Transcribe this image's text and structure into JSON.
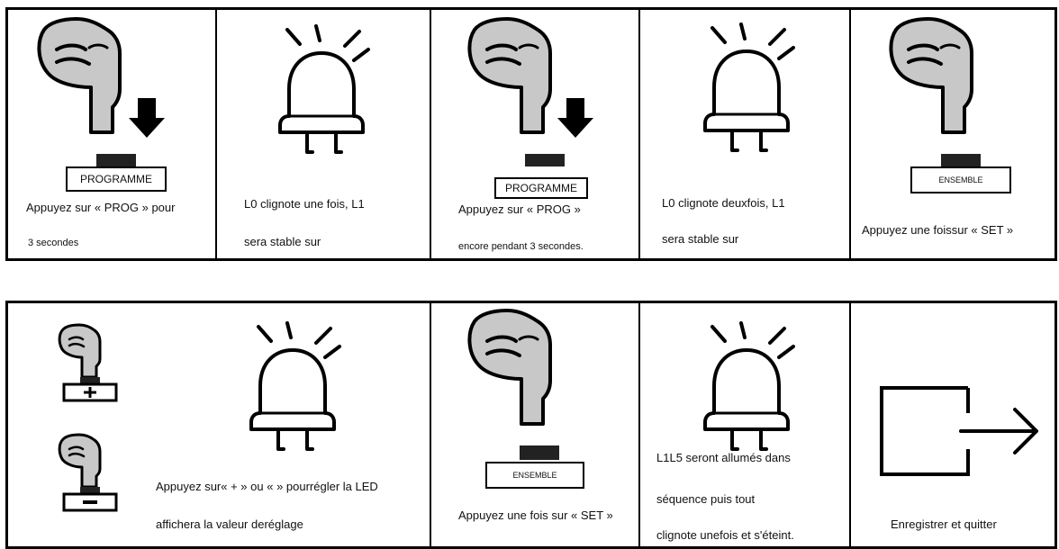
{
  "steps": [
    {
      "button": "PROGRAMME",
      "lines": [
        "Appuyez sur « PROG » pour",
        "3 secondes"
      ]
    },
    {
      "lines": [
        "L0 clignote une fois,  L1",
        "sera stable  sur"
      ]
    },
    {
      "button": "PROGRAMME",
      "lines": [
        "Appuyez sur « PROG »",
        "encore pendant 3 secondes."
      ]
    },
    {
      "lines": [
        "L0 clignote  deuxfois,  L1",
        "sera stable sur"
      ]
    },
    {
      "button": "ENSEMBLE",
      "lines": [
        "Appuyez une  foissur « SET »"
      ]
    },
    {
      "lines": [
        "Appuyez sur« + » ou « » pourrégler la LED",
        "affichera  la  valeur  deréglage"
      ]
    },
    {
      "button": "ENSEMBLE",
      "lines": [
        "Appuyez une fois sur « SET »"
      ]
    },
    {
      "lines": [
        "L1L5  seront allumés  dans",
        "séquence puis  tout",
        "clignote  unefois et s'éteint."
      ]
    },
    {
      "lines": [
        "Enregistrer et quitter"
      ]
    }
  ],
  "icons": [
    "finger-press-icon",
    "down-arrow-icon",
    "blinking-led-icon",
    "plus-button-icon",
    "minus-button-icon",
    "exit-icon"
  ]
}
